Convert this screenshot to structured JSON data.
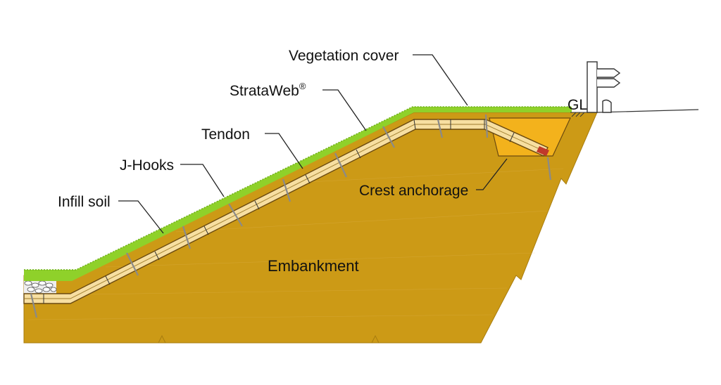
{
  "labels": {
    "vegetation_cover": "Vegetation cover",
    "stratweb_text": "StrataWeb",
    "stratweb_mark": "®",
    "tendon": "Tendon",
    "j_hooks": "J-Hooks",
    "infill_soil": "Infill soil",
    "crest_anchorage": "Crest anchorage",
    "embankment": "Embankment",
    "ground_level": "GL"
  },
  "colors": {
    "embankment": "#cc9a16",
    "embankment_edge": "#a87d0f",
    "anchorage_fill": "#f3b21c",
    "vegetation": "#8fd12a",
    "strataweb": "#f7dfa1",
    "hook": "#8a8a8a",
    "tendon_end": "#c0392b"
  }
}
